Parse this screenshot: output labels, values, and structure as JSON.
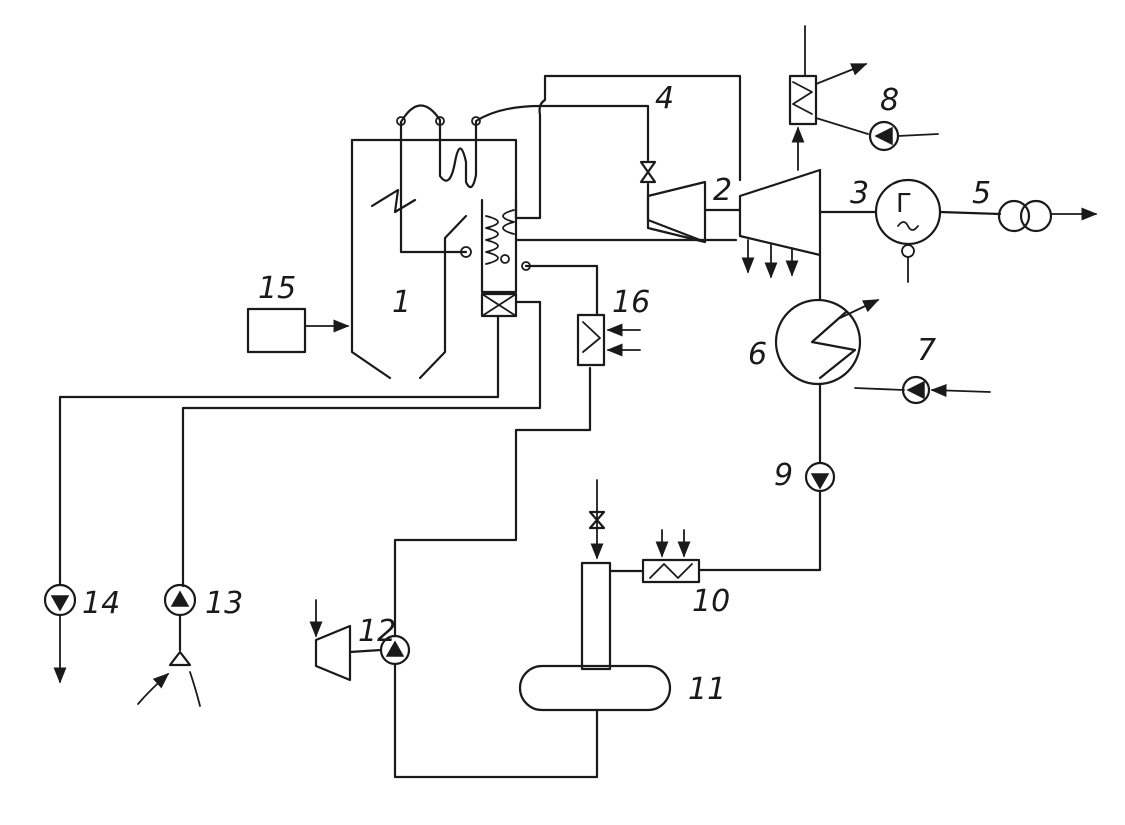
{
  "labels": {
    "l1": "1",
    "l2": "2",
    "l3": "3",
    "l4": "4",
    "l5": "5",
    "l6": "6",
    "l7": "7",
    "l8": "8",
    "l9": "9",
    "l10": "10",
    "l11": "11",
    "l12": "12",
    "l13": "13",
    "l14": "14",
    "l15": "15",
    "l16": "16"
  },
  "generator_symbol": "Г"
}
